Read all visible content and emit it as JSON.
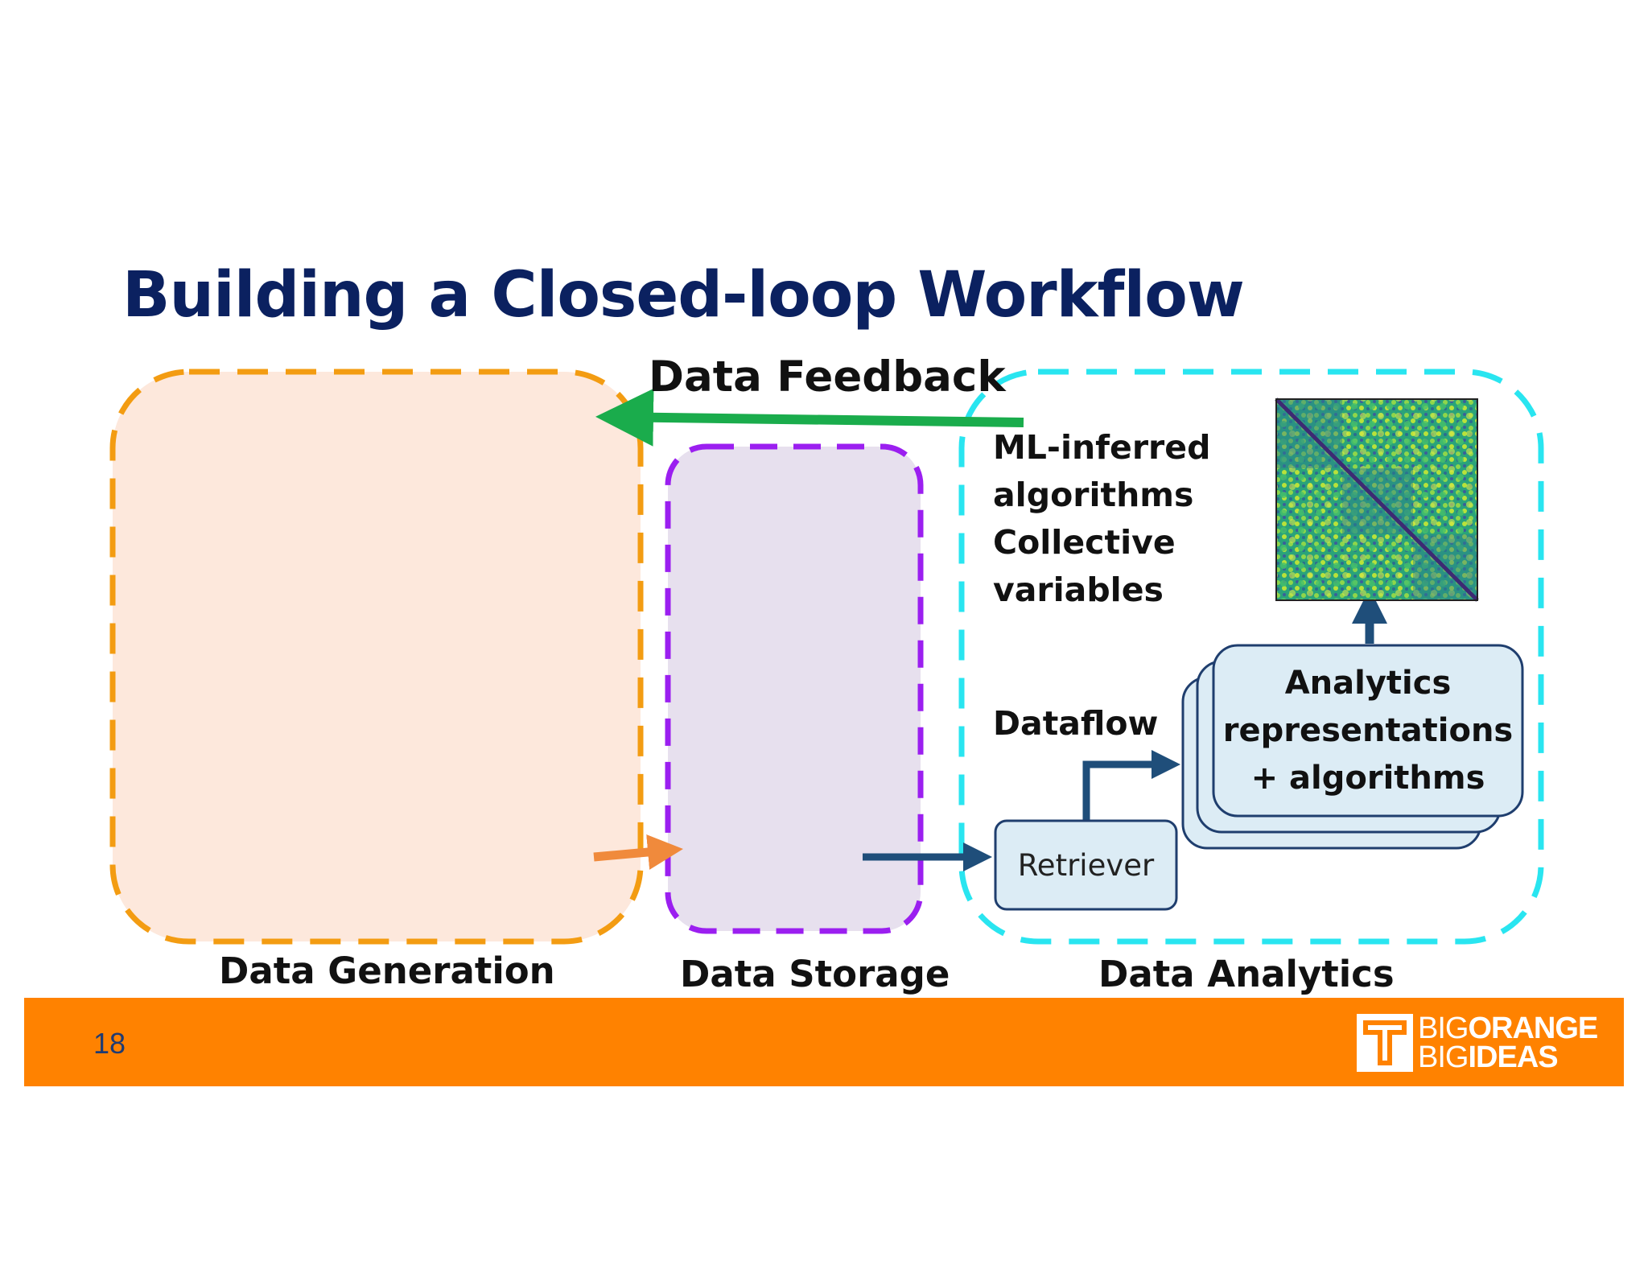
{
  "slide": {
    "title": "Building a Closed-loop Workflow",
    "page_number": "18"
  },
  "diagram": {
    "feedback_label": "Data Feedback",
    "generation_label": "Data Generation",
    "storage_label": "Data Storage",
    "analytics_label": "Data Analytics",
    "ml_lines": [
      "ML-inferred",
      "algorithms",
      "Collective",
      "variables"
    ],
    "dataflow_label": "Dataflow",
    "retriever_label": "Retriever",
    "analytics_box_lines": [
      "Analytics",
      "representations",
      "+ algorithms"
    ]
  },
  "colors": {
    "title": "#0b2160",
    "generation_border": "#f39c12",
    "generation_fill": "#fde8dc",
    "storage_border": "#9b1ff0",
    "storage_fill": "#e7e0ee",
    "analytics_border": "#29e5f0",
    "feedback_arrow": "#1aac4c",
    "dataflow_arrow": "#1f4e7a",
    "small_arrow": "#f08a3c",
    "box_fill": "#dcecf5",
    "box_border": "#1f3e6e",
    "footer": "#ff8200"
  },
  "footer": {
    "logo_line1_thin": "BIG",
    "logo_line1_bold": "ORANGE",
    "logo_line2_thin": "BIG",
    "logo_line2_bold": "IDEAS"
  }
}
